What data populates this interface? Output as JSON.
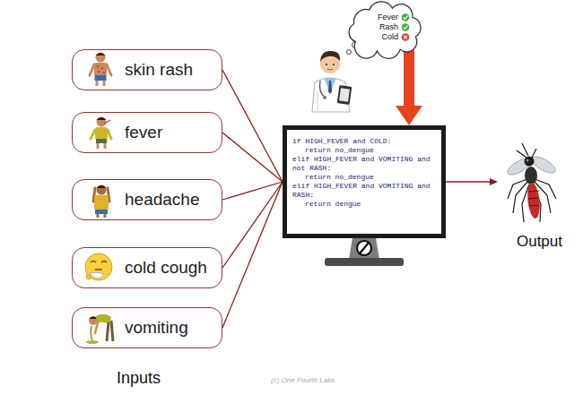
{
  "diagram": {
    "nodes": [
      {
        "text": [
          "skin rash"
        ]
      },
      {
        "text": [
          "fever"
        ]
      },
      {
        "text": [
          "headache"
        ]
      },
      {
        "text": [
          "cold cough"
        ]
      },
      {
        "text": [
          "vomiting"
        ]
      },
      {
        "text": [
          "Fever",
          "Rash",
          "Cold"
        ]
      },
      {
        "text": [
          "if HIGH_FEVER and COLD:",
          "return no_dengue",
          "elif HIGH_FEVER and VOMITING and not RASH:",
          "return no_dengue",
          "elif HIGH_FEVER and VOMITING and RASH:",
          "return dengue"
        ]
      },
      {
        "text": [
          "Output"
        ]
      }
    ],
    "edges": [
      {
        "from": 0,
        "to": 6,
        "arrow": "none"
      },
      {
        "from": 1,
        "to": 6,
        "arrow": "none"
      },
      {
        "from": 2,
        "to": 6,
        "arrow": "none"
      },
      {
        "from": 3,
        "to": 6,
        "arrow": "none"
      },
      {
        "from": 4,
        "to": 6,
        "arrow": "none"
      },
      {
        "from": 5,
        "to": 6,
        "arrow": "to"
      },
      {
        "from": 6,
        "to": 7,
        "arrow": "to"
      }
    ],
    "labels": [
      "Inputs",
      "(c) One Fourth Labs"
    ]
  }
}
